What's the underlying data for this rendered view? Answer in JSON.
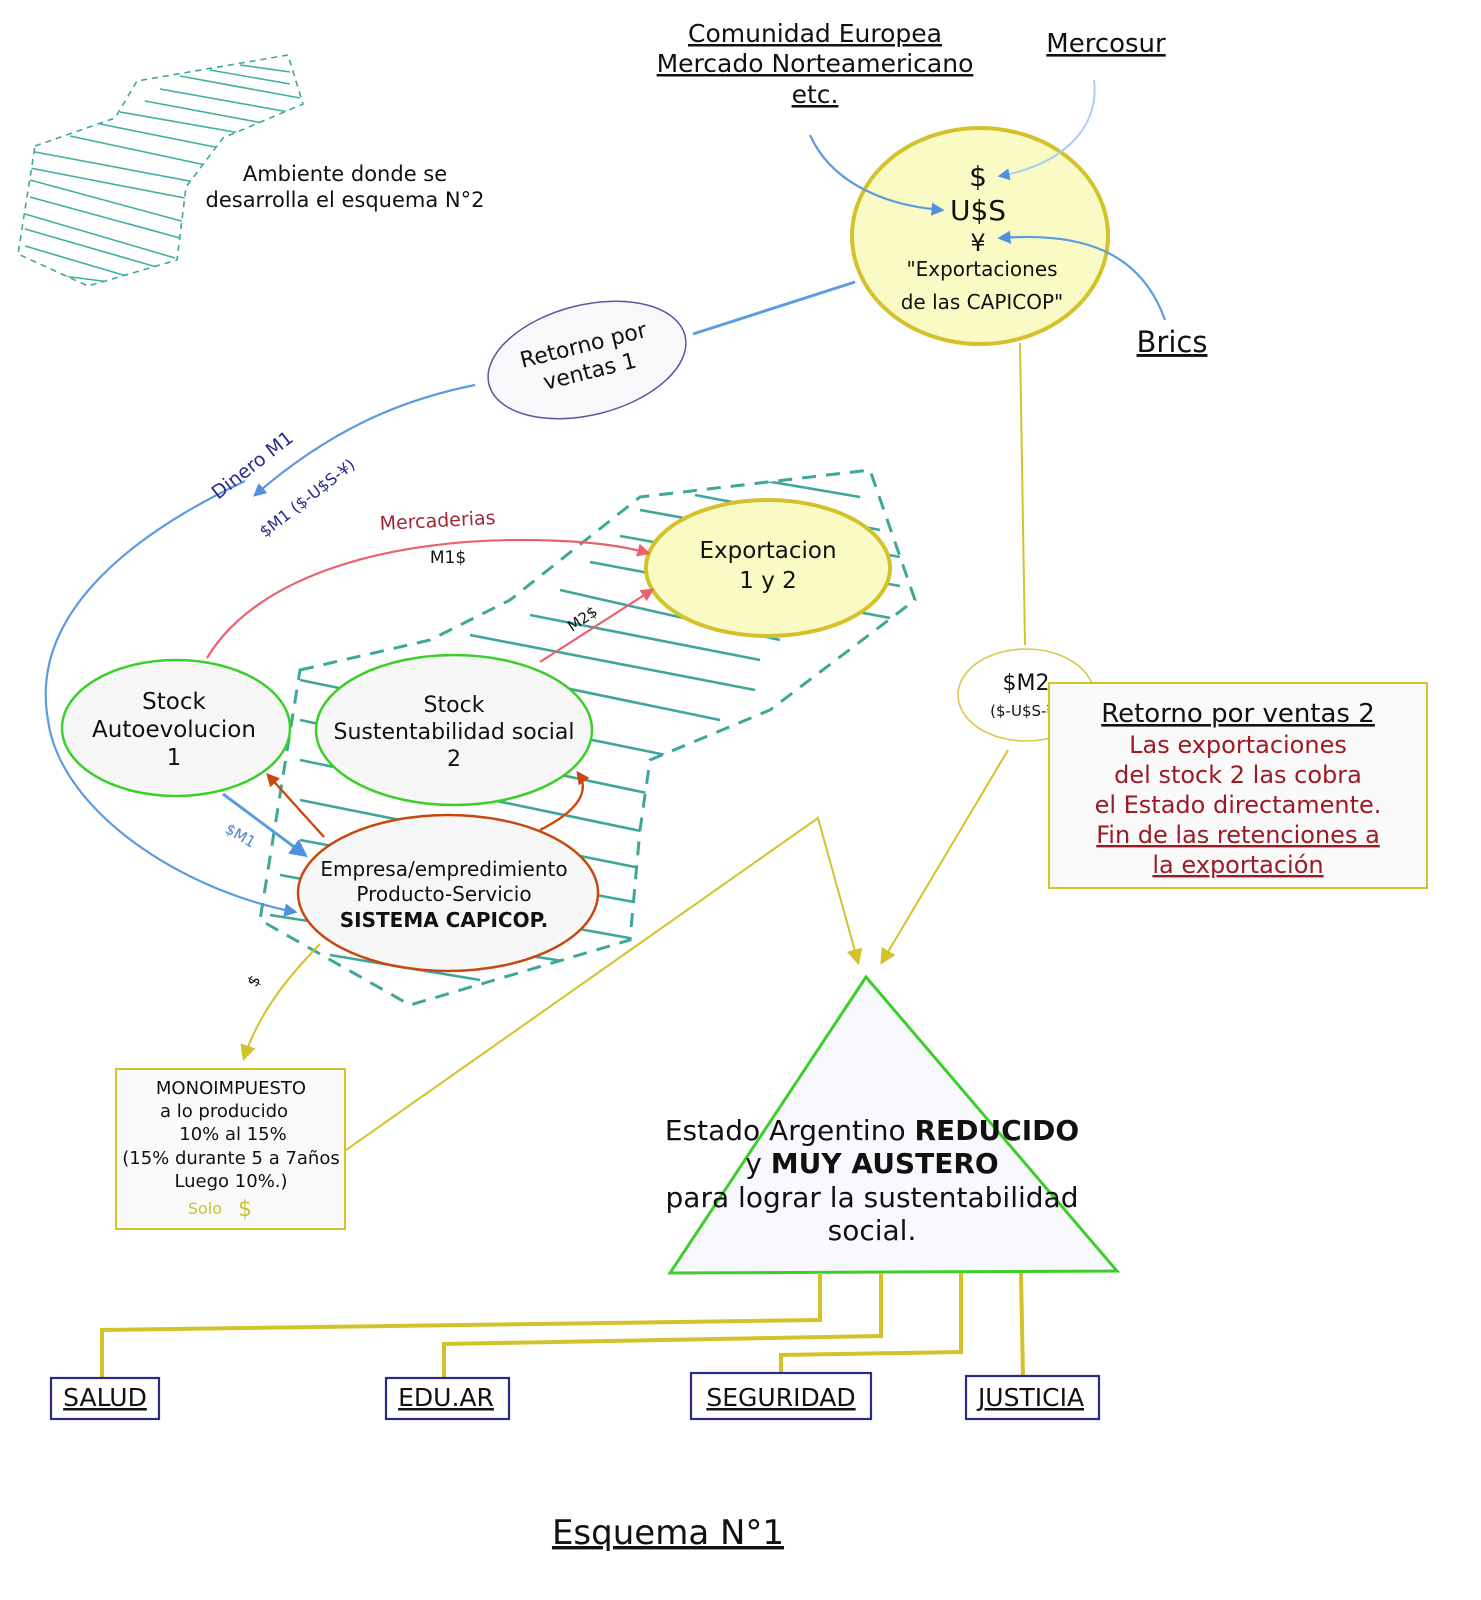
{
  "title": "Esquema N°1",
  "legend": {
    "text_line1": "Ambiente donde se",
    "text_line2": "desarrolla el esquema N°2"
  },
  "markets": {
    "europe_line1": "Comunidad Europea",
    "europe_line2": "Mercado Norteamericano",
    "europe_line3": "etc.",
    "mercosur": "Mercosur",
    "brics": "Brics"
  },
  "currency_node": {
    "peso": "$",
    "dollar": "U$S",
    "yen": "¥",
    "label_line1": "\"Exportaciones",
    "label_line2": "de las CAPICOP\""
  },
  "retorno1_node": {
    "line1": "Retorno por",
    "line2": "ventas 1"
  },
  "edge_labels": {
    "dinero_m1": "Dinero M1",
    "m1_currencies": "$M1  ($-U$S-¥)",
    "mercaderias": "Mercaderias",
    "m1_dollar": "M1$",
    "m2_dollar": "M2$",
    "sm1": "$M1",
    "peso": "$"
  },
  "export_node": {
    "line1": "Exportacion",
    "line2": "1 y 2"
  },
  "stock1_node": {
    "line1": "Stock",
    "line2": "Autoevolucion",
    "line3": "1"
  },
  "stock2_node": {
    "line1": "Stock",
    "line2": "Sustentabilidad social",
    "line3": "2"
  },
  "empresa_node": {
    "line1": "Empresa/empredimiento",
    "line2": "Producto-Servicio",
    "line3": "SISTEMA CAPICOP."
  },
  "m2_node": {
    "line1": "$M2",
    "line2": "($-U$S-¥)"
  },
  "retorno2_box": {
    "title": "Retorno por ventas 2",
    "line1": "Las exportaciones",
    "line2": "del stock 2 las cobra",
    "line3": "el Estado directamente.",
    "line4": "Fin de las retenciones a",
    "line5": "la exportación"
  },
  "monoimpuesto_box": {
    "line1": "MONOIMPUESTO",
    "line2": "a lo producido",
    "line3": "10% al 15%",
    "line4": "(15% durante 5 a 7años",
    "line5": "Luego 10%.)",
    "solo": "Solo",
    "solo_symbol": "$"
  },
  "estado_triangle": {
    "line1_a": "Estado Argentino ",
    "line1_b": "REDUCIDO",
    "line2_a": "y ",
    "line2_b": "MUY AUSTERO",
    "line3": "para lograr la sustentabilidad",
    "line4": "social."
  },
  "ministries": [
    "SALUD",
    "EDU.AR",
    "SEGURIDAD",
    "JUSTICIA"
  ],
  "colors": {
    "teal": "#3ea897",
    "blue": "#5b9be0",
    "red": "#e8626e",
    "orange": "#c9480e",
    "yellow": "#d4c22c",
    "green": "#3ccf2a",
    "dark_red": "#9b1b25",
    "navy": "#2a2a8a"
  }
}
